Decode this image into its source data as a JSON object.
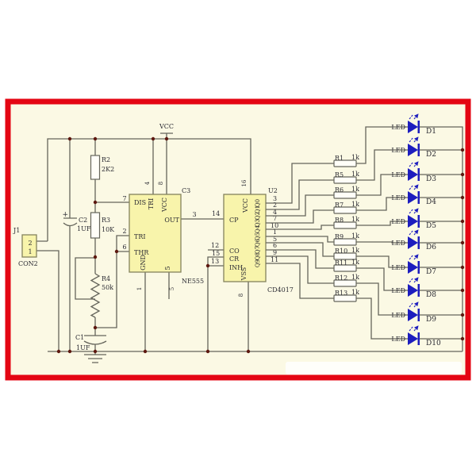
{
  "frame": {
    "border_color": "#e40613",
    "paper_color": "#fbf9e4"
  },
  "power": {
    "vcc": "VCC"
  },
  "connector": {
    "ref": "J1",
    "name": "CON2",
    "pin_top": "2",
    "pin_bottom": "1"
  },
  "passives": {
    "c2": {
      "ref": "C2",
      "value": "1UF",
      "polarity": "+"
    },
    "r2": {
      "ref": "R2",
      "value": "2K2"
    },
    "r3": {
      "ref": "R3",
      "value": "10K"
    },
    "r4": {
      "ref": "R4",
      "value": "50k"
    },
    "c1": {
      "ref": "C1",
      "value": "1UF"
    }
  },
  "timer": {
    "designator": "NE555",
    "cap": "C3",
    "pins": {
      "left": [
        {
          "num": "7",
          "name": "DIS"
        },
        {
          "num": "2",
          "name": "TRI"
        },
        {
          "num": "6",
          "name": "THR"
        }
      ],
      "top": [
        {
          "num": "4",
          "name": "TRI"
        },
        {
          "num": "8",
          "name": "VCC"
        }
      ],
      "right": [
        {
          "num": "3",
          "name": "OUT"
        }
      ],
      "bottom": [
        {
          "num": "1",
          "name": "GND"
        },
        {
          "num": "5",
          "name": "5"
        }
      ]
    }
  },
  "counter": {
    "ref": "U2",
    "designator": "CD4017",
    "left_pins": [
      {
        "num": "14",
        "name": "CP"
      },
      {
        "num": "12",
        "name": "CO"
      },
      {
        "num": "15",
        "name": "CR"
      },
      {
        "num": "13",
        "name": "INH"
      }
    ],
    "top_pin": {
      "num": "16",
      "name": "VCC"
    },
    "bottom_pin": {
      "num": "8",
      "name": "VSS"
    },
    "outputs": [
      {
        "name": "Q0",
        "num": "3"
      },
      {
        "name": "Q1",
        "num": "2"
      },
      {
        "name": "Q2",
        "num": "4"
      },
      {
        "name": "Q3",
        "num": "7"
      },
      {
        "name": "Q4",
        "num": "10"
      },
      {
        "name": "Q5",
        "num": "1"
      },
      {
        "name": "Q6",
        "num": "5"
      },
      {
        "name": "Q7",
        "num": "6"
      },
      {
        "name": "Q8",
        "num": "9"
      },
      {
        "name": "Q9",
        "num": "11"
      }
    ]
  },
  "channels": [
    {
      "resistor": "R1",
      "value": "1k",
      "led": "LED",
      "diode": "D1"
    },
    {
      "resistor": "R5",
      "value": "1k",
      "led": "LED",
      "diode": "D2"
    },
    {
      "resistor": "R6",
      "value": "1k",
      "led": "LED",
      "diode": "D3"
    },
    {
      "resistor": "R7",
      "value": "1k",
      "led": "LED",
      "diode": "D4"
    },
    {
      "resistor": "R8",
      "value": "1k",
      "led": "LED",
      "diode": "D5"
    },
    {
      "resistor": "R9",
      "value": "1k",
      "led": "LED",
      "diode": "D6"
    },
    {
      "resistor": "R10",
      "value": "1k",
      "led": "LED",
      "diode": "D7"
    },
    {
      "resistor": "R11",
      "value": "1k",
      "led": "LED",
      "diode": "D8"
    },
    {
      "resistor": "R12",
      "value": "1k",
      "led": "LED",
      "diode": "D9"
    },
    {
      "resistor": "R13",
      "value": "1k",
      "led": "LED",
      "diode": "D10"
    }
  ]
}
